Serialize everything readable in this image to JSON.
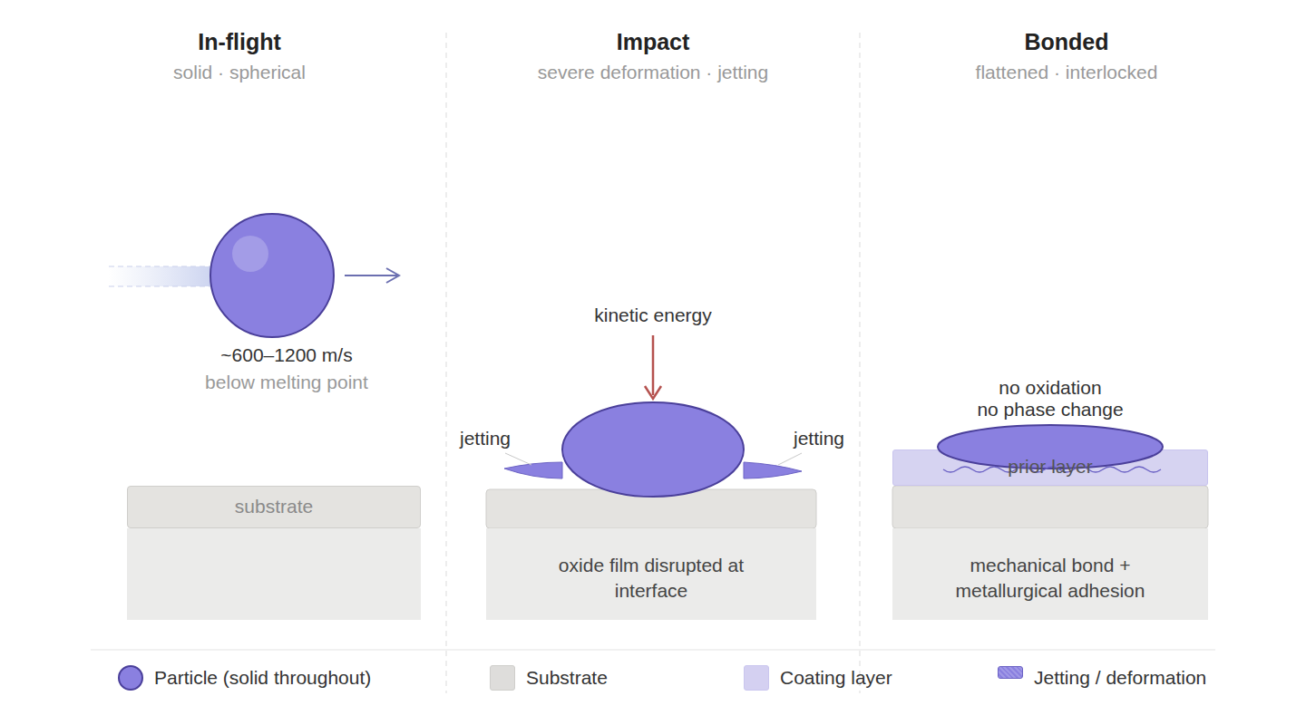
{
  "diagram": {
    "nodes": [
      {
        "text": [
          "substrate"
        ]
      },
      {
        "text": [
          "oxide film disrupted at interface"
        ]
      },
      {
        "text": [
          "prior layer"
        ]
      },
      {
        "text": [
          "mechanical bond + metallurgical adhesion"
        ]
      }
    ],
    "labels": [
      "In-flight",
      "solid · spherical",
      "Impact",
      "severe deformation · jetting",
      "Bonded",
      "flattened · interlocked",
      "~600–1200 m/s",
      "below melting point",
      "kinetic energy",
      "jetting",
      "jetting",
      "no oxidation",
      "no phase change"
    ],
    "legend": [
      {
        "text": "Particle (solid throughout)",
        "color": "#8a80e0"
      },
      {
        "text": "Substrate",
        "color": "#dedddb"
      },
      {
        "text": "Coating layer",
        "color": "#d4d0f1"
      },
      {
        "text": "Jetting / deformation",
        "color": "#8a80e0"
      }
    ]
  }
}
